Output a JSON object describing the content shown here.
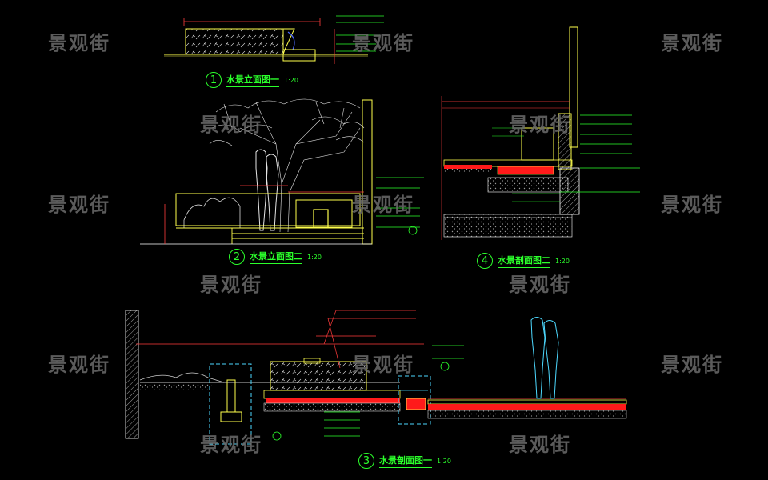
{
  "watermark": "景观街",
  "drawings": [
    {
      "num": "1",
      "title": "水景立面图一",
      "scale": "1:20"
    },
    {
      "num": "2",
      "title": "水景立面图二",
      "scale": "1:20"
    },
    {
      "num": "3",
      "title": "水景剖面图一",
      "scale": "1:20"
    },
    {
      "num": "4",
      "title": "水景剖面图二",
      "scale": "1:20"
    }
  ],
  "colors": {
    "background": "#000000",
    "dimension": "#ff3b3b",
    "outline": "#ffff4d",
    "annotation": "#2bff2b",
    "figure": "#4dd9ff",
    "fill_red": "#ff1a1a",
    "hatch": "#9a9a9a",
    "tree": "#e6e6e6",
    "watermark": "#6b6b6b"
  }
}
